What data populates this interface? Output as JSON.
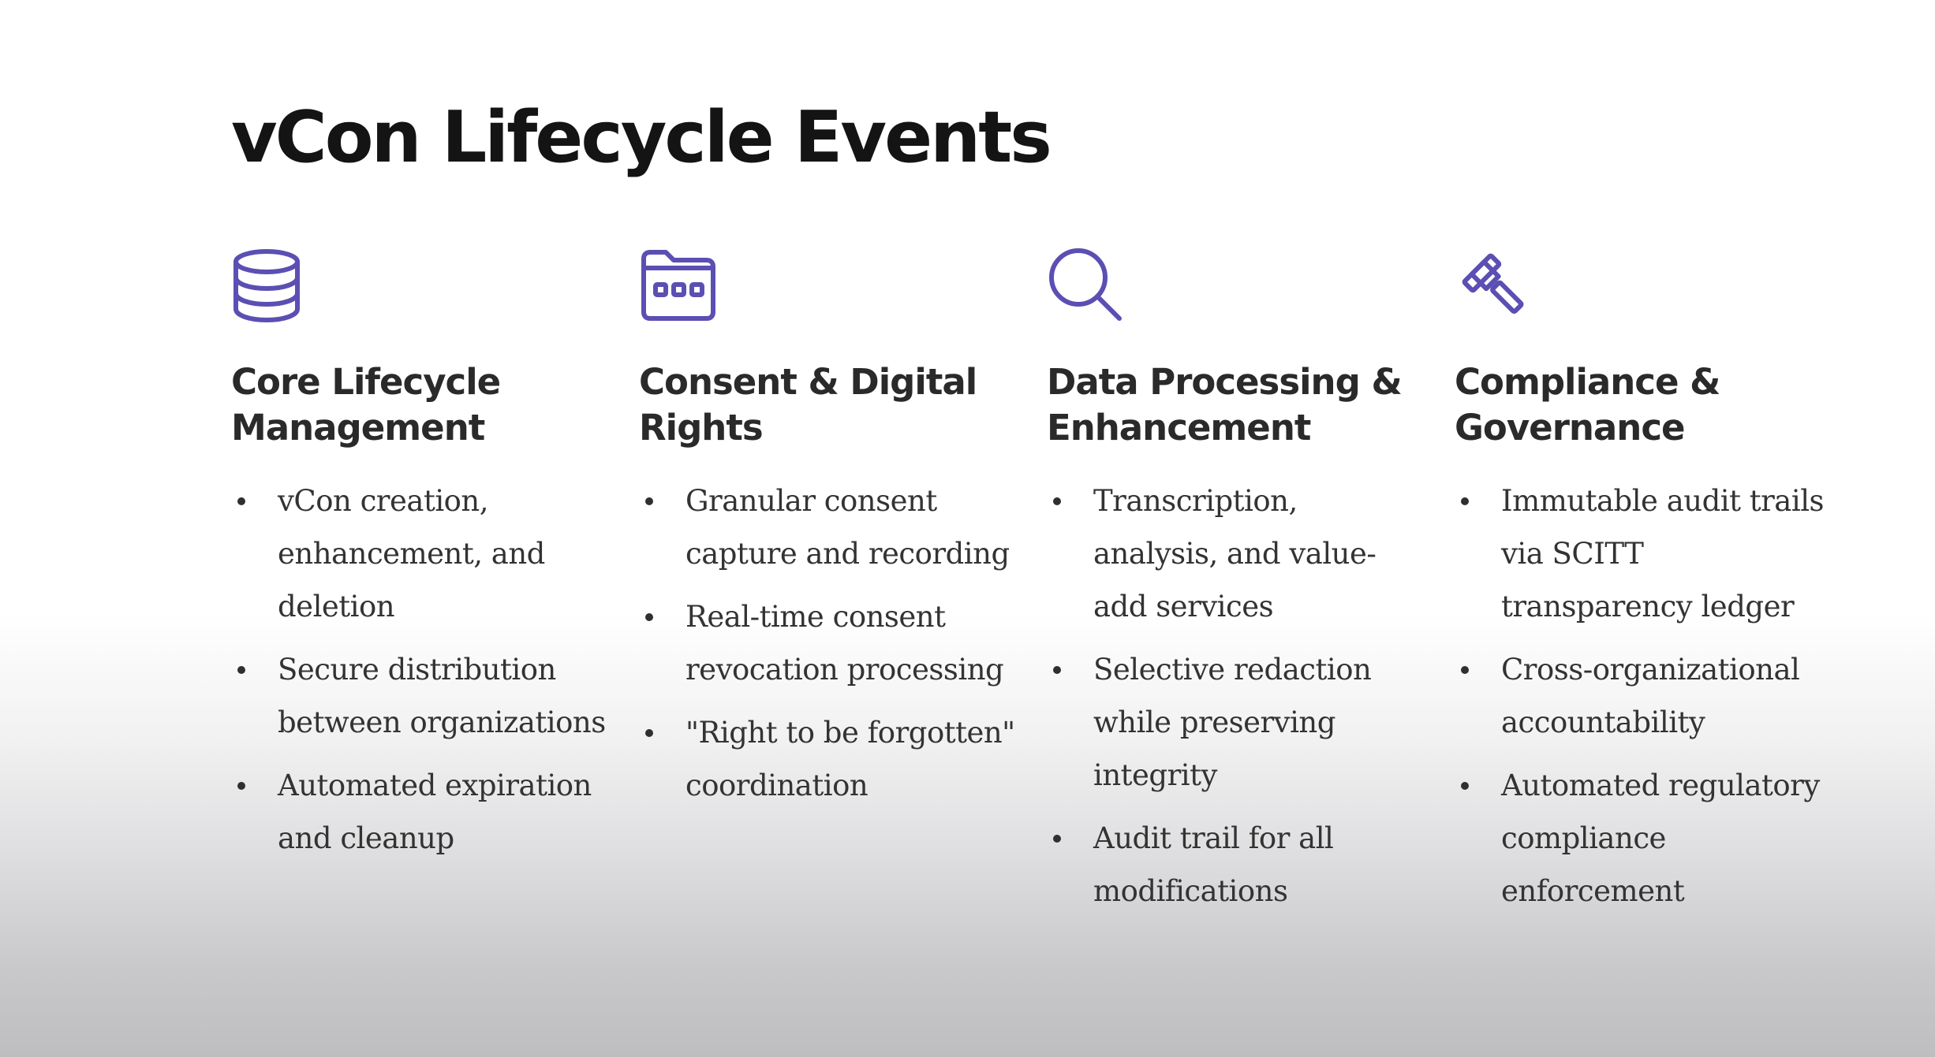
{
  "title": "vCon Lifecycle Events",
  "accent_color": "#5b4fb3",
  "columns": [
    {
      "icon": "database-icon",
      "heading": "Core Lifecycle Management",
      "bullets": [
        "vCon creation, enhancement, and deletion",
        "Secure distribution between organizations",
        "Automated expiration and cleanup"
      ]
    },
    {
      "icon": "folder-icon",
      "heading": "Consent & Digital Rights",
      "bullets": [
        "Granular consent capture and recording",
        "Real-time consent revocation processing",
        "\"Right to be forgotten\" coordination"
      ]
    },
    {
      "icon": "search-icon",
      "heading": "Data Processing & Enhancement",
      "bullets": [
        "Transcription, analysis, and value-add services",
        "Selective redaction while preserving integrity",
        "Audit trail for all modifications"
      ]
    },
    {
      "icon": "gavel-icon",
      "heading": "Compliance & Governance",
      "bullets": [
        "Immutable audit trails via SCITT transparency ledger",
        "Cross-organizational accountability",
        "Automated regulatory compliance enforcement"
      ]
    }
  ]
}
